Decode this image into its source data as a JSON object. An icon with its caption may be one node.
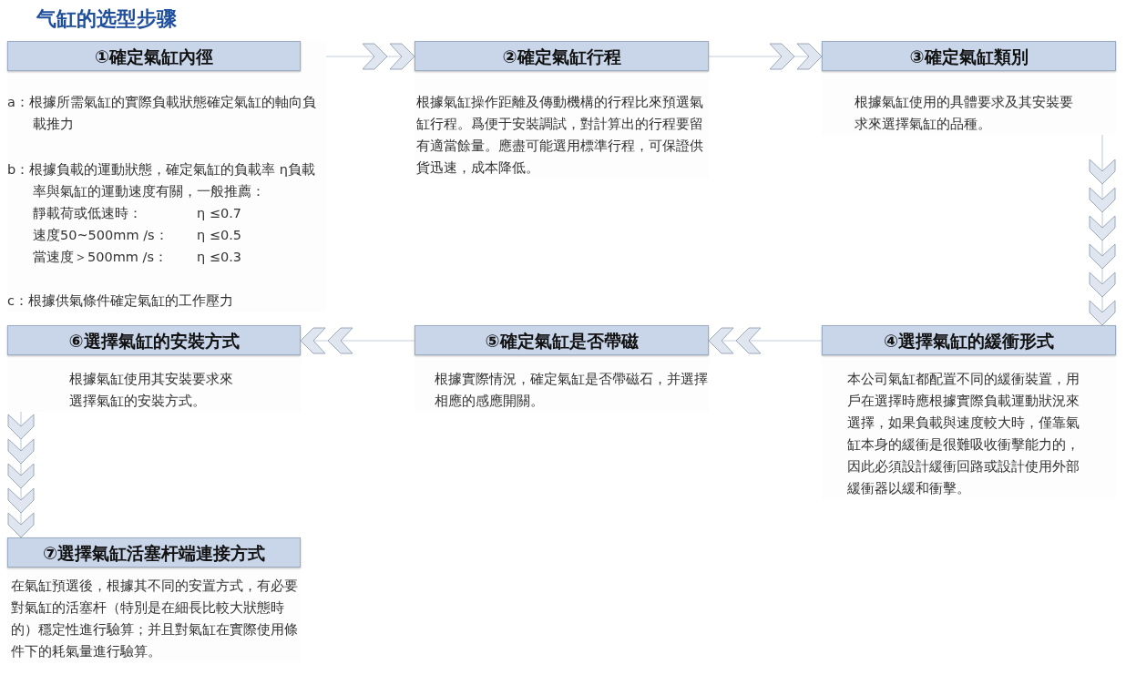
{
  "diagram": {
    "title": "气缸的选型步骤",
    "nodes": [
      {
        "text": [
          "①確定氣缸內徑",
          "a：根據所需氣缸的實際負載狀態確定氣缸的軸向負載推力",
          "b：根據負載的運動狀態，確定氣缸的負載率 η負載率與氣缸的運動速度有關，一般推薦：",
          "靜載荷或低速時：",
          "η ≤0.7",
          "速度50~500mm /s：",
          "η ≤0.5",
          "當速度＞500mm /s：",
          "η ≤0.3",
          "c：根據供氣條件確定氣缸的工作壓力"
        ]
      },
      {
        "text": [
          "②確定氣缸行程",
          "根據氣缸操作距離及傳動機構的行程比來預選氣缸行程。爲便于安裝調試，對計算出的行程要留有適當餘量。應盡可能選用標準行程，可保證供貨迅速，成本降低。"
        ]
      },
      {
        "text": [
          "③確定氣缸類別",
          "根據氣缸使用的具體要求及其安裝要求來選擇氣缸的品種。"
        ]
      },
      {
        "text": [
          "④選擇氣缸的緩衝形式",
          "本公司氣缸都配置不同的緩衝裝置，用戶在選擇時應根據實際負載運動狀況來選擇，如果負載與速度較大時，僅靠氣缸本身的緩衝是很難吸收衝擊能力的，因此必須設計緩衝回路或設計使用外部緩衝器以緩和衝擊。"
        ]
      },
      {
        "text": [
          "⑤確定氣缸是否帶磁",
          "根據實際情況，確定氣缸是否帶磁石，并選擇相應的感應開關。"
        ]
      },
      {
        "text": [
          "⑥選擇氣缸的安裝方式",
          "根據氣缸使用其安裝要求來選擇氣缸的安裝方式。"
        ]
      },
      {
        "text": [
          "⑦選擇氣缸活塞杆端連接方式",
          "在氣缸預選後，根據其不同的安置方式，有必要對氣缸的活塞杆（特別是在細長比較大狀態時的）穩定性進行驗算；并且對氣缸在實際使用條件下的耗氣量進行驗算。"
        ]
      }
    ],
    "edges": [
      {
        "from": 0,
        "to": 1,
        "arrow": "to"
      },
      {
        "from": 1,
        "to": 2,
        "arrow": "to"
      },
      {
        "from": 2,
        "to": 3,
        "arrow": "to"
      },
      {
        "from": 3,
        "to": 4,
        "arrow": "to"
      },
      {
        "from": 4,
        "to": 5,
        "arrow": "to"
      },
      {
        "from": 5,
        "to": 6,
        "arrow": "to"
      }
    ]
  }
}
